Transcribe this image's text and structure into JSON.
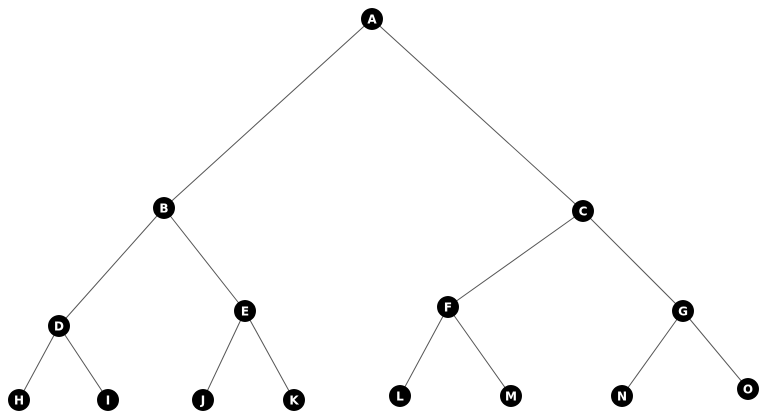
{
  "tree": {
    "nodes": [
      {
        "id": "A",
        "label": "A"
      },
      {
        "id": "B",
        "label": "B"
      },
      {
        "id": "C",
        "label": "C"
      },
      {
        "id": "D",
        "label": "D"
      },
      {
        "id": "E",
        "label": "E"
      },
      {
        "id": "F",
        "label": "F"
      },
      {
        "id": "G",
        "label": "G"
      },
      {
        "id": "H",
        "label": "H"
      },
      {
        "id": "I",
        "label": "I"
      },
      {
        "id": "J",
        "label": "J"
      },
      {
        "id": "K",
        "label": "K"
      },
      {
        "id": "L",
        "label": "L"
      },
      {
        "id": "M",
        "label": "M"
      },
      {
        "id": "N",
        "label": "N"
      },
      {
        "id": "O",
        "label": "O"
      }
    ],
    "edges": [
      {
        "from": "A",
        "to": "B"
      },
      {
        "from": "A",
        "to": "C"
      },
      {
        "from": "B",
        "to": "D"
      },
      {
        "from": "B",
        "to": "E"
      },
      {
        "from": "C",
        "to": "F"
      },
      {
        "from": "C",
        "to": "G"
      },
      {
        "from": "D",
        "to": "H"
      },
      {
        "from": "D",
        "to": "I"
      },
      {
        "from": "E",
        "to": "J"
      },
      {
        "from": "E",
        "to": "K"
      },
      {
        "from": "F",
        "to": "L"
      },
      {
        "from": "F",
        "to": "M"
      },
      {
        "from": "G",
        "to": "N"
      },
      {
        "from": "G",
        "to": "O"
      }
    ],
    "colors": {
      "node_fill": "#000000",
      "node_text": "#ffffff",
      "edge": "#555555",
      "background": "#ffffff"
    }
  }
}
